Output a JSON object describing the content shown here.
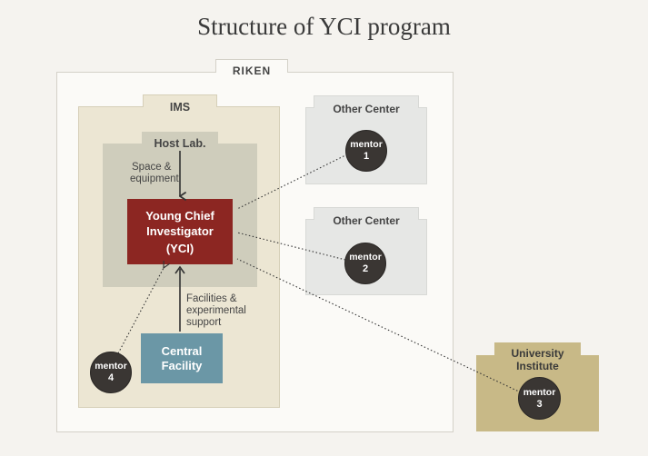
{
  "title": "Structure of YCI program",
  "riken": {
    "label": "RIKEN"
  },
  "ims": {
    "label": "IMS"
  },
  "host_lab": {
    "label": "Host Lab."
  },
  "space_equipment": {
    "line1": "Space &",
    "line2": "equipment"
  },
  "yci": {
    "line1": "Young Chief",
    "line2": "Investigator",
    "line3": "(YCI)"
  },
  "facilities_support": {
    "line1": "Facilities &",
    "line2": "experimental",
    "line3": "support"
  },
  "central_facility": {
    "line1": "Central",
    "line2": "Facility"
  },
  "other_center_1": {
    "label": "Other Center"
  },
  "other_center_2": {
    "label": "Other Center"
  },
  "university": {
    "line1": "University",
    "line2": "Institute"
  },
  "mentors": [
    {
      "label": "mentor",
      "number": "1"
    },
    {
      "label": "mentor",
      "number": "2"
    },
    {
      "label": "mentor",
      "number": "3"
    },
    {
      "label": "mentor",
      "number": "4"
    }
  ],
  "colors": {
    "background": "#f5f3ef",
    "riken_box": "#fbfaf7",
    "ims_box": "#ece6d3",
    "host_lab_box": "#cfcdbc",
    "other_center_box": "#e6e7e5",
    "university_box": "#c8b987",
    "yci_box": "#8c2622",
    "central_facility_box": "#6b97a6",
    "mentor_circle": "#3a3633"
  }
}
